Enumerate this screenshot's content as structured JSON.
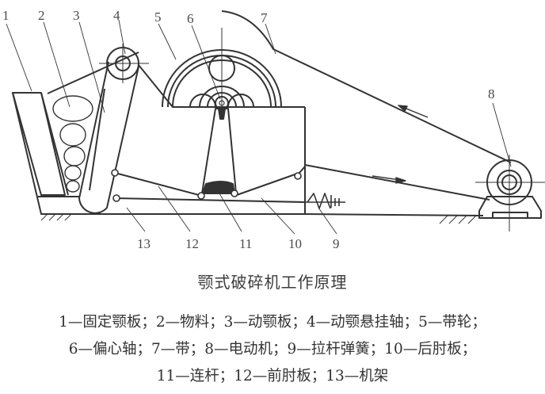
{
  "diagram": {
    "title": "颚式破碎机工作原理",
    "callouts": [
      "1",
      "2",
      "3",
      "4",
      "5",
      "6",
      "7",
      "8",
      "9",
      "10",
      "11",
      "12",
      "13"
    ],
    "legend_lines": [
      "1—固定颚板；2—物料；3—动颚板；4—动颚悬挂轴；5—带轮；",
      "6—偏心轴；7—带；8—电动机；9—拉杆弹簧；10—后肘板；",
      "11—连杆；12—前肘板；13—机架"
    ],
    "parts": [
      {
        "number": "1",
        "name": "固定颚板"
      },
      {
        "number": "2",
        "name": "物料"
      },
      {
        "number": "3",
        "name": "动颚板"
      },
      {
        "number": "4",
        "name": "动颚悬挂轴"
      },
      {
        "number": "5",
        "name": "带轮"
      },
      {
        "number": "6",
        "name": "偏心轴"
      },
      {
        "number": "7",
        "name": "带"
      },
      {
        "number": "8",
        "name": "电动机"
      },
      {
        "number": "9",
        "name": "拉杆弹簧"
      },
      {
        "number": "10",
        "name": "后肘板"
      },
      {
        "number": "11",
        "name": "连杆"
      },
      {
        "number": "12",
        "name": "前肘板"
      },
      {
        "number": "13",
        "name": "机架"
      }
    ]
  }
}
